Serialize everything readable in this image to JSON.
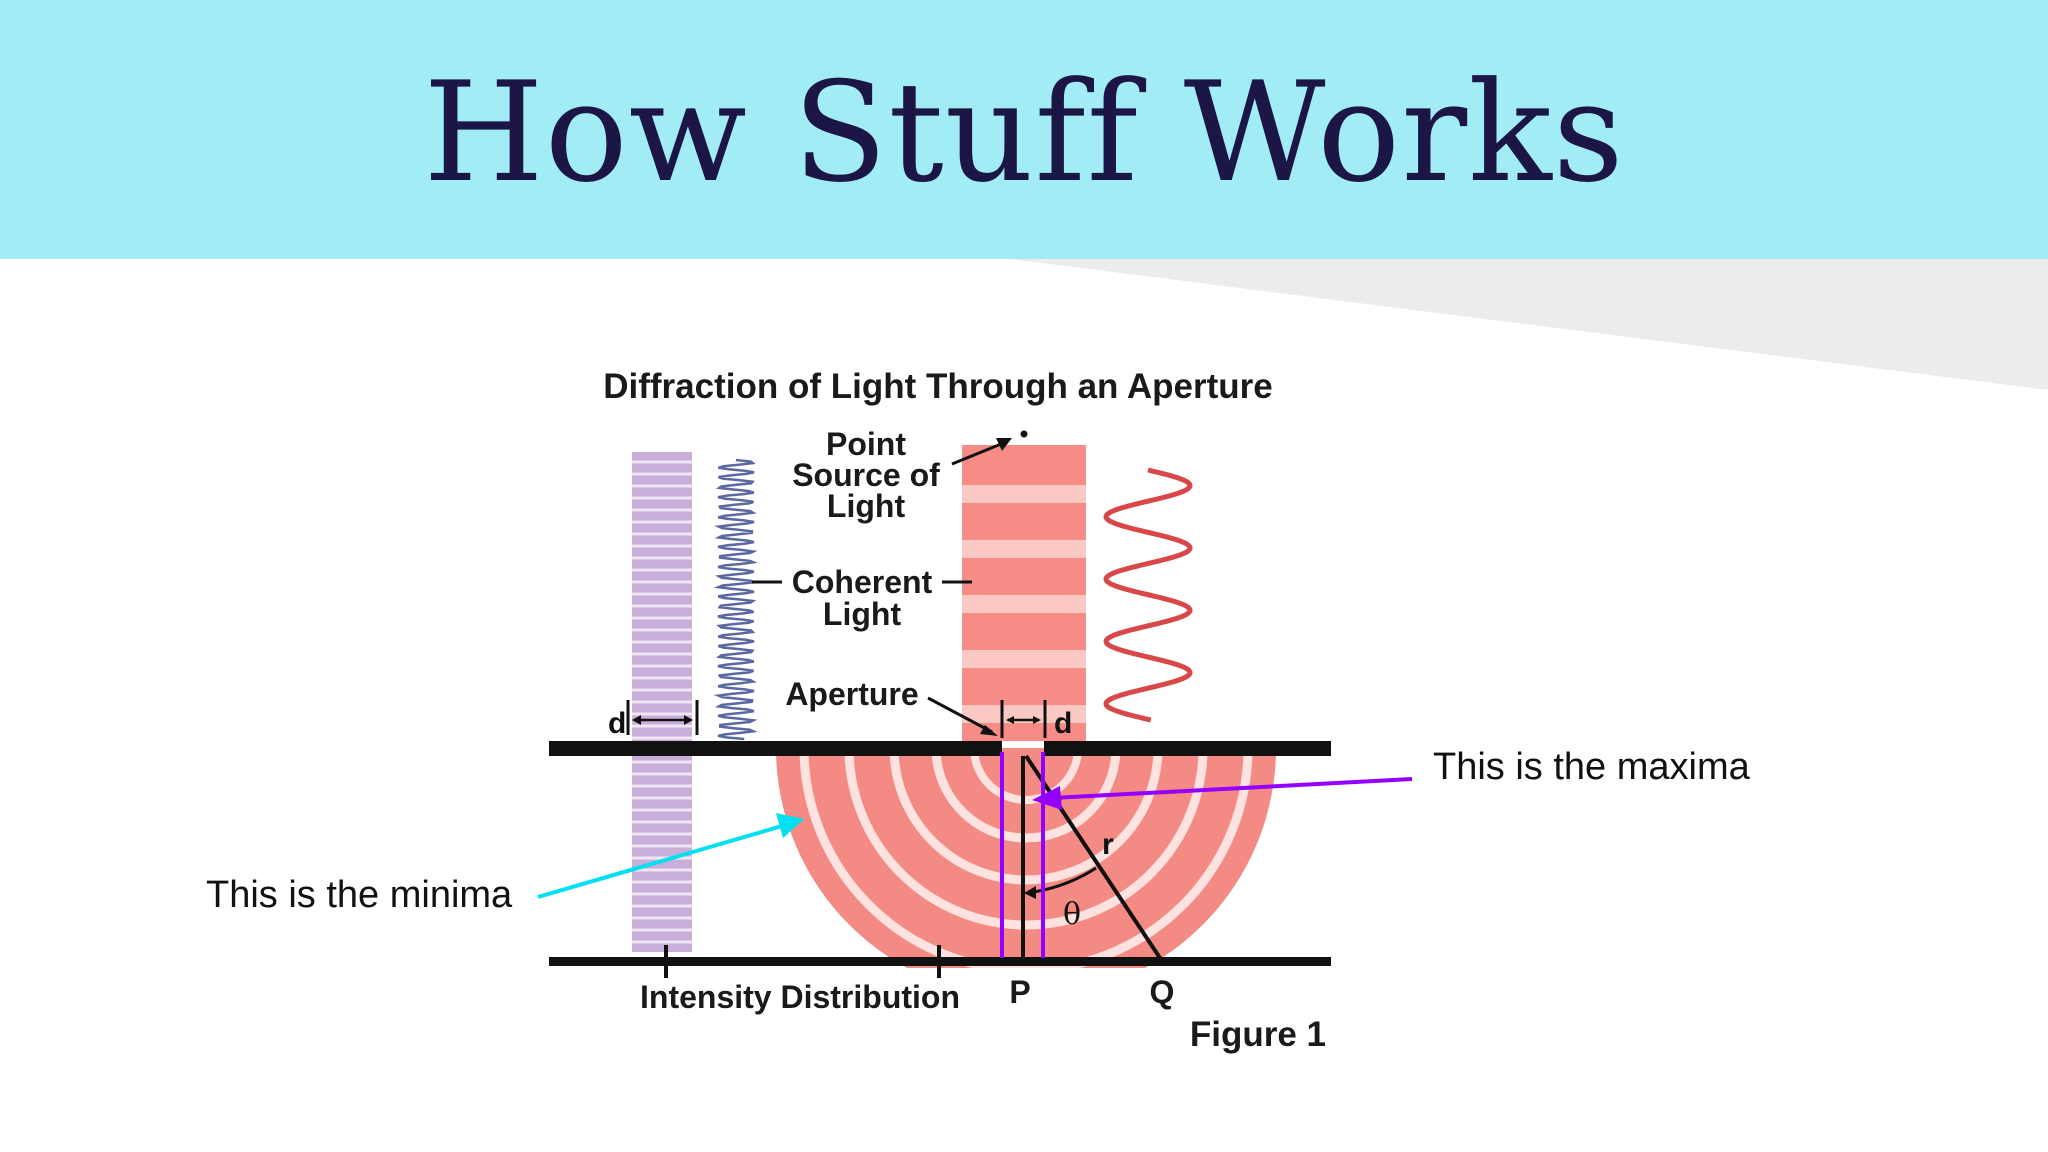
{
  "slide": {
    "title": "How Stuff Works",
    "colors": {
      "header_bg": "#a2ecf5",
      "title": "#1c1647",
      "wedge": "#ececef"
    }
  },
  "figure": {
    "title": "Diffraction of Light Through an Aperture",
    "labels": {
      "point_source": [
        "Point",
        "Source of",
        "Light"
      ],
      "coherent": [
        "Coherent",
        "Light"
      ],
      "aperture": "Aperture",
      "d_left": "d",
      "d_right": "d",
      "r": "r",
      "theta": "θ",
      "intensity": "Intensity Distribution",
      "p": "P",
      "q": "Q",
      "figure": "Figure 1"
    },
    "colors": {
      "lavender": "#c4a8d4",
      "wave_blue": "#5a6aa0",
      "pink": "#f48a84",
      "pink_light": "#f9b3ad",
      "red_wave": "#d84848",
      "purple": "#9400ff",
      "cyan": "#00e0f0"
    }
  },
  "callouts": {
    "minima": "This is the minima",
    "maxima": "This is the maxima"
  }
}
